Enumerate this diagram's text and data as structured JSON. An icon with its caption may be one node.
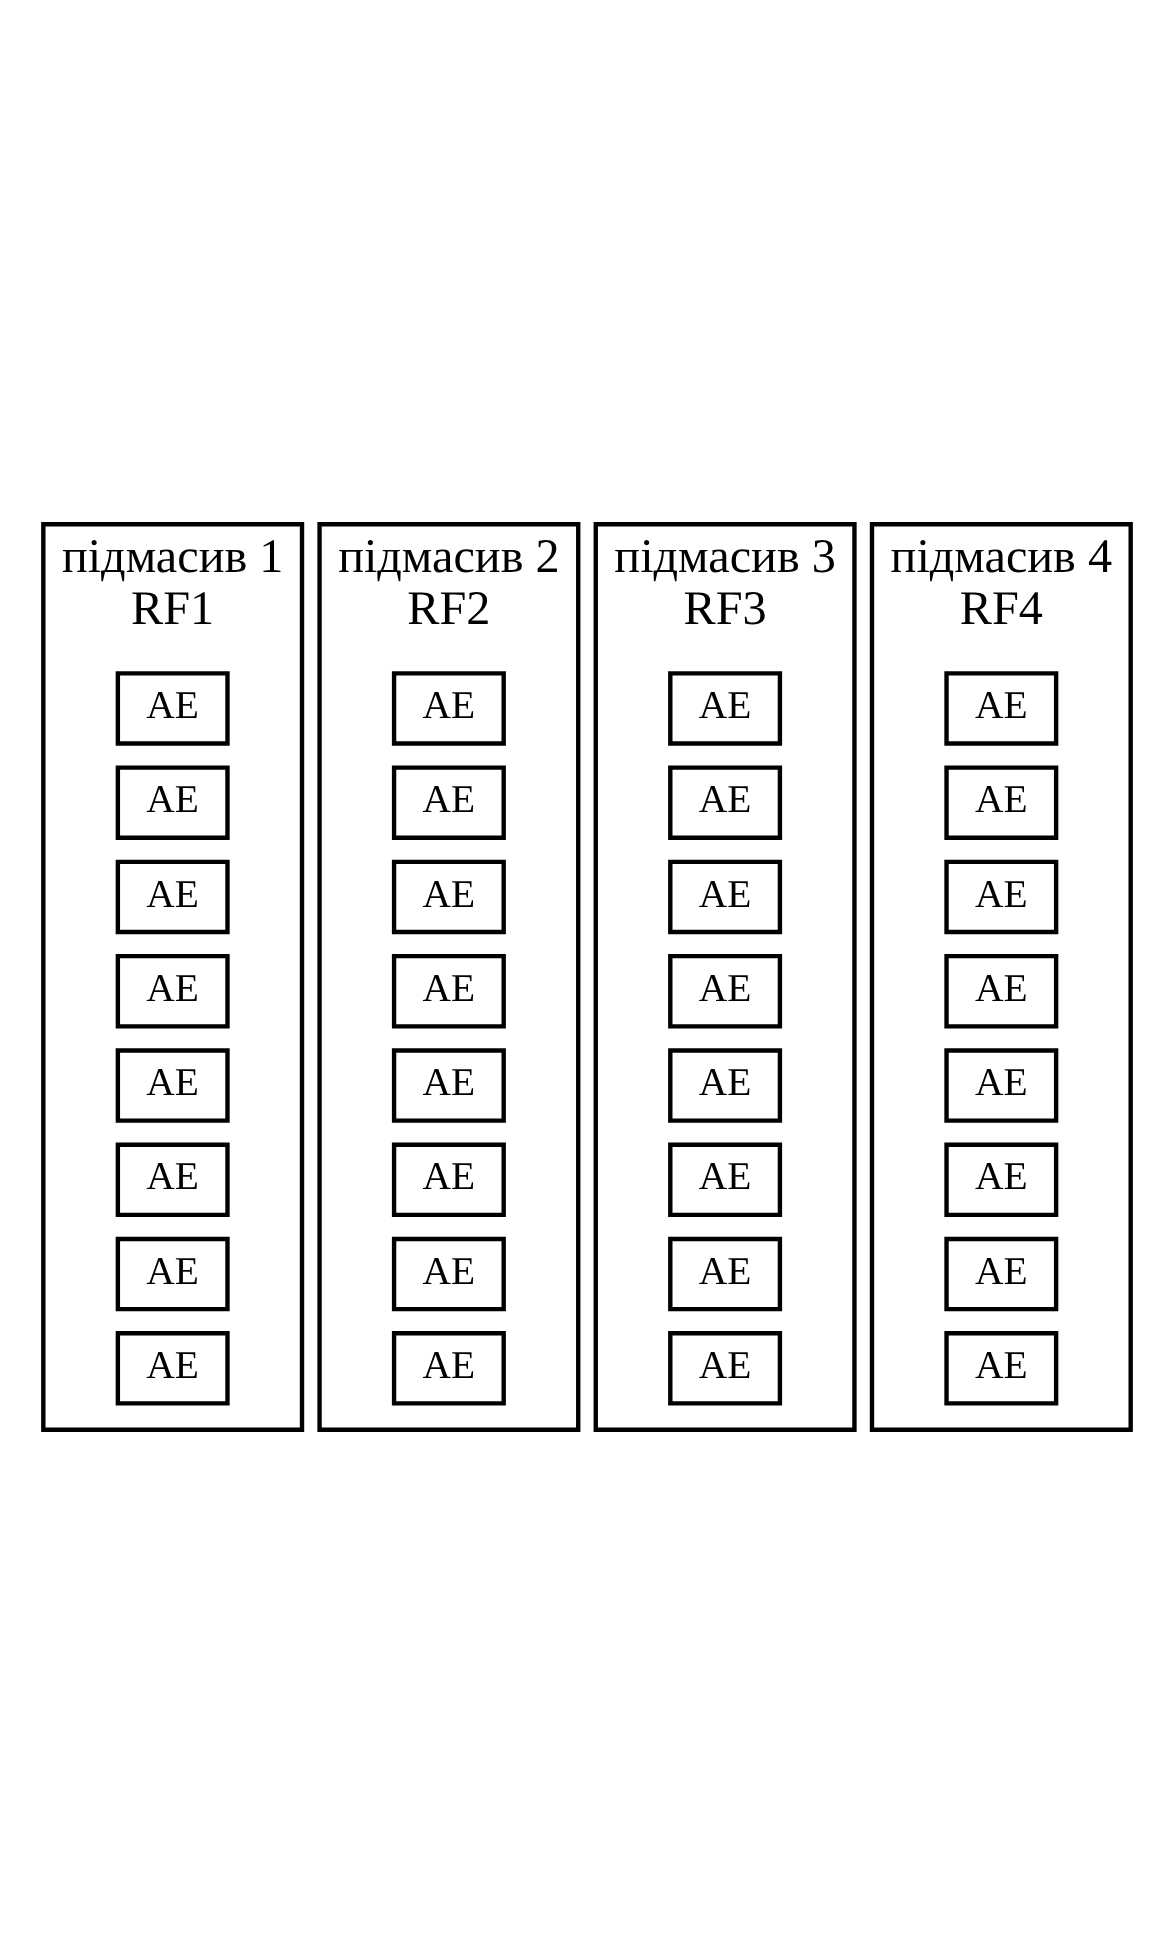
{
  "diagram": {
    "nodes": [
      {
        "text": [
          "підмасив 1",
          "RF1"
        ]
      },
      {
        "text": [
          "АЕ"
        ],
        "in": 0
      },
      {
        "text": [
          "АЕ"
        ],
        "in": 0
      },
      {
        "text": [
          "АЕ"
        ],
        "in": 0
      },
      {
        "text": [
          "АЕ"
        ],
        "in": 0
      },
      {
        "text": [
          "АЕ"
        ],
        "in": 0
      },
      {
        "text": [
          "АЕ"
        ],
        "in": 0
      },
      {
        "text": [
          "АЕ"
        ],
        "in": 0
      },
      {
        "text": [
          "АЕ"
        ],
        "in": 0
      },
      {
        "text": [
          "підмасив 2",
          "RF2"
        ]
      },
      {
        "text": [
          "АЕ"
        ],
        "in": 9
      },
      {
        "text": [
          "АЕ"
        ],
        "in": 9
      },
      {
        "text": [
          "АЕ"
        ],
        "in": 9
      },
      {
        "text": [
          "АЕ"
        ],
        "in": 9
      },
      {
        "text": [
          "АЕ"
        ],
        "in": 9
      },
      {
        "text": [
          "АЕ"
        ],
        "in": 9
      },
      {
        "text": [
          "АЕ"
        ],
        "in": 9
      },
      {
        "text": [
          "АЕ"
        ],
        "in": 9
      },
      {
        "text": [
          "підмасив 3",
          "RF3"
        ]
      },
      {
        "text": [
          "АЕ"
        ],
        "in": 18
      },
      {
        "text": [
          "АЕ"
        ],
        "in": 18
      },
      {
        "text": [
          "АЕ"
        ],
        "in": 18
      },
      {
        "text": [
          "АЕ"
        ],
        "in": 18
      },
      {
        "text": [
          "АЕ"
        ],
        "in": 18
      },
      {
        "text": [
          "АЕ"
        ],
        "in": 18
      },
      {
        "text": [
          "АЕ"
        ],
        "in": 18
      },
      {
        "text": [
          "АЕ"
        ],
        "in": 18
      },
      {
        "text": [
          "підмасив 4",
          "RF4"
        ]
      },
      {
        "text": [
          "АЕ"
        ],
        "in": 27
      },
      {
        "text": [
          "АЕ"
        ],
        "in": 27
      },
      {
        "text": [
          "АЕ"
        ],
        "in": 27
      },
      {
        "text": [
          "АЕ"
        ],
        "in": 27
      },
      {
        "text": [
          "АЕ"
        ],
        "in": 27
      },
      {
        "text": [
          "АЕ"
        ],
        "in": 27
      },
      {
        "text": [
          "АЕ"
        ],
        "in": 27
      },
      {
        "text": [
          "АЕ"
        ],
        "in": 27
      }
    ]
  }
}
